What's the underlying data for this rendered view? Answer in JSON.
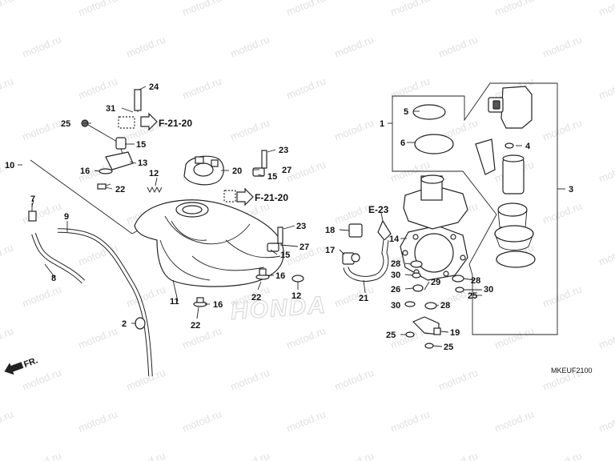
{
  "callouts": [
    {
      "id": "c24",
      "text": "24"
    },
    {
      "id": "c31",
      "text": "31"
    },
    {
      "id": "c25a",
      "text": "25"
    },
    {
      "id": "c15a",
      "text": "15"
    },
    {
      "id": "c13",
      "text": "13"
    },
    {
      "id": "c16a",
      "text": "16"
    },
    {
      "id": "c22a",
      "text": "22"
    },
    {
      "id": "c10",
      "text": "10"
    },
    {
      "id": "c7",
      "text": "7"
    },
    {
      "id": "c9",
      "text": "9"
    },
    {
      "id": "c8",
      "text": "8"
    },
    {
      "id": "c12a",
      "text": "12"
    },
    {
      "id": "c20",
      "text": "20"
    },
    {
      "id": "c23a",
      "text": "23"
    },
    {
      "id": "c27a",
      "text": "27"
    },
    {
      "id": "c15b",
      "text": "15"
    },
    {
      "id": "c23b",
      "text": "23"
    },
    {
      "id": "c27b",
      "text": "27"
    },
    {
      "id": "c15c",
      "text": "15"
    },
    {
      "id": "c16b",
      "text": "16"
    },
    {
      "id": "c22b",
      "text": "22"
    },
    {
      "id": "c12b",
      "text": "12"
    },
    {
      "id": "c11",
      "text": "11"
    },
    {
      "id": "c16c",
      "text": "16"
    },
    {
      "id": "c22c",
      "text": "22"
    },
    {
      "id": "c2",
      "text": "2"
    },
    {
      "id": "c18",
      "text": "18"
    },
    {
      "id": "c17",
      "text": "17"
    },
    {
      "id": "c21",
      "text": "21"
    },
    {
      "id": "c14",
      "text": "14"
    },
    {
      "id": "c28a",
      "text": "28"
    },
    {
      "id": "c30a",
      "text": "30"
    },
    {
      "id": "c26",
      "text": "26"
    },
    {
      "id": "c29",
      "text": "29"
    },
    {
      "id": "c30b",
      "text": "30"
    },
    {
      "id": "c28b",
      "text": "28"
    },
    {
      "id": "c25b",
      "text": "25"
    },
    {
      "id": "c28c",
      "text": "28"
    },
    {
      "id": "c30c",
      "text": "30"
    },
    {
      "id": "c25c",
      "text": "25"
    },
    {
      "id": "c19",
      "text": "19"
    },
    {
      "id": "c25d",
      "text": "25"
    },
    {
      "id": "c1",
      "text": "1"
    },
    {
      "id": "c5",
      "text": "5"
    },
    {
      "id": "c6",
      "text": "6"
    },
    {
      "id": "c4",
      "text": "4"
    },
    {
      "id": "c3",
      "text": "3"
    }
  ],
  "references": [
    {
      "id": "ref1",
      "text": "F-21-20"
    },
    {
      "id": "ref2",
      "text": "F-21-20"
    },
    {
      "id": "ref3",
      "text": "E-23"
    }
  ],
  "diagram_code": "MKEUF2100",
  "front_label": "FR.",
  "logo_text": "HONDA",
  "watermark": "motod.ru"
}
